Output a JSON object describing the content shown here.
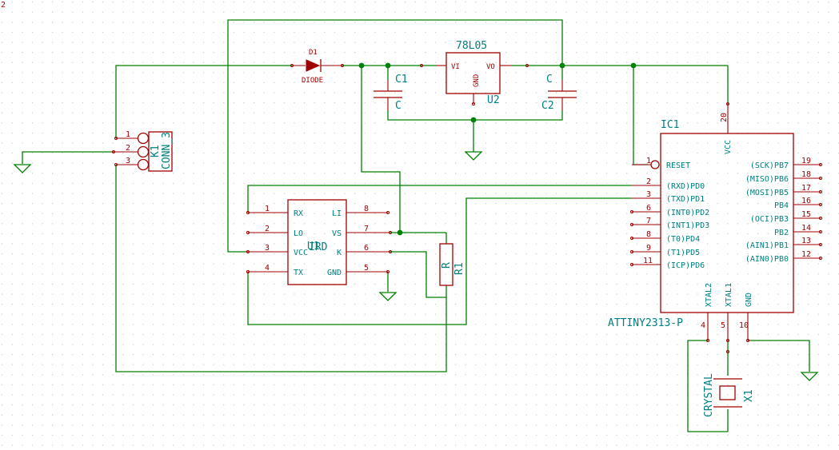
{
  "corner_mark": "2",
  "colors": {
    "wire": "#008000",
    "body": "#a00000",
    "text": "#008080",
    "grid": "#bdbdbd"
  },
  "components": {
    "d1": {
      "ref": "D1",
      "value": "DIODE"
    },
    "u2": {
      "ref": "U2",
      "value": "78L05",
      "pins": {
        "vi": "VI",
        "vo": "VO",
        "gnd": "GND"
      }
    },
    "c1": {
      "ref": "C1",
      "value": "C"
    },
    "c2": {
      "ref": "C2",
      "value": "C"
    },
    "k1": {
      "ref": "K1",
      "value": "CONN_3",
      "pin_numbers": [
        "1",
        "2",
        "3"
      ]
    },
    "r1": {
      "ref": "R1",
      "value": "R"
    },
    "x1": {
      "ref": "X1",
      "value": "CRYSTAL"
    },
    "sensor": {
      "ref": "U1",
      "value": "IRD",
      "left_pins": [
        {
          "num": "1",
          "name": "RX"
        },
        {
          "num": "2",
          "name": "LO"
        },
        {
          "num": "3",
          "name": "VCC"
        },
        {
          "num": "4",
          "name": "TX"
        }
      ],
      "right_pins": [
        {
          "num": "8",
          "name": "LI"
        },
        {
          "num": "7",
          "name": "VS"
        },
        {
          "num": "6",
          "name": "K"
        },
        {
          "num": "5",
          "name": "GND"
        }
      ]
    },
    "ic1": {
      "ref": "IC1",
      "value": "ATTINY2313-P",
      "vcc": {
        "num": "20",
        "name": "VCC"
      },
      "left_pins": [
        {
          "num": "1",
          "name": "RESET"
        },
        {
          "num": "2",
          "name": "(RXD)PD0"
        },
        {
          "num": "3",
          "name": "(TXD)PD1"
        },
        {
          "num": "6",
          "name": "(INT0)PD2"
        },
        {
          "num": "7",
          "name": "(INT1)PD3"
        },
        {
          "num": "8",
          "name": "(T0)PD4"
        },
        {
          "num": "9",
          "name": "(T1)PD5"
        },
        {
          "num": "11",
          "name": "(ICP)PD6"
        }
      ],
      "right_pins": [
        {
          "num": "19",
          "name": "(SCK)PB7"
        },
        {
          "num": "18",
          "name": "(MISO)PB6"
        },
        {
          "num": "17",
          "name": "(MOSI)PB5"
        },
        {
          "num": "16",
          "name": "PB4"
        },
        {
          "num": "15",
          "name": "(OCI)PB3"
        },
        {
          "num": "14",
          "name": "PB2"
        },
        {
          "num": "13",
          "name": "(AIN1)PB1"
        },
        {
          "num": "12",
          "name": "(AIN0)PB0"
        }
      ],
      "bottom_pins": [
        {
          "num": "4",
          "name": "XTAL2"
        },
        {
          "num": "5",
          "name": "XTAL1"
        },
        {
          "num": "10",
          "name": "GND"
        }
      ]
    }
  }
}
